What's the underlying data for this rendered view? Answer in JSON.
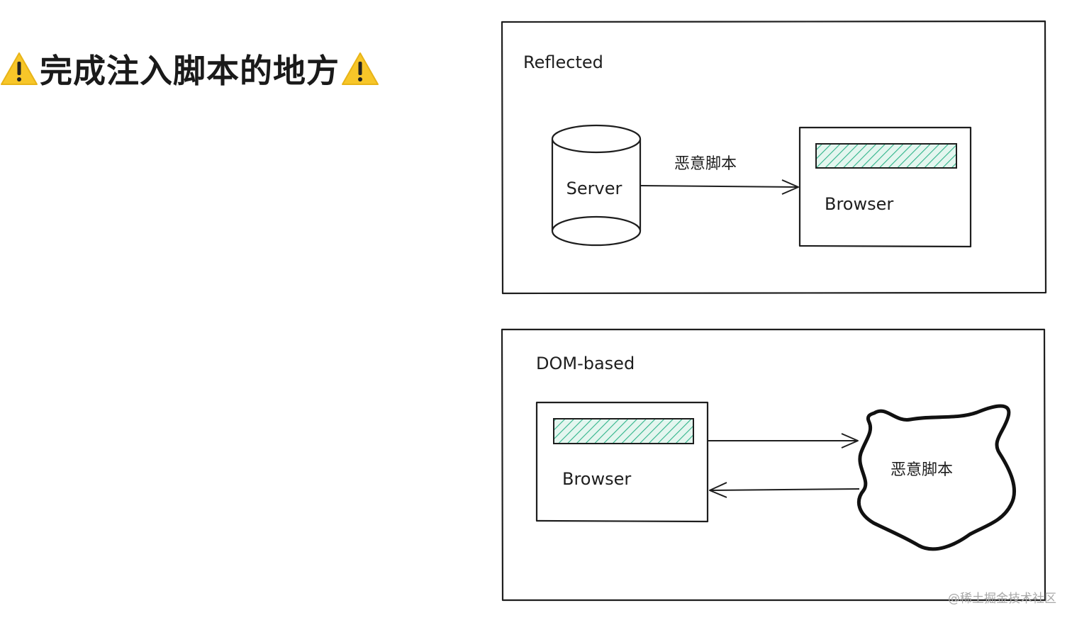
{
  "heading": {
    "text": "完成注入脚本的地方",
    "leading_icon": "warning-icon",
    "trailing_icon": "warning-icon",
    "icon_color": "#f7c629"
  },
  "reflected_panel": {
    "title": "Reflected",
    "server_label": "Server",
    "arrow_label": "恶意脚本",
    "browser_label": "Browser"
  },
  "dom_panel": {
    "title": "DOM-based",
    "browser_label": "Browser",
    "cloud_label": "恶意脚本"
  },
  "colors": {
    "stroke": "#1e1e1e",
    "hatch": "#2fb48a",
    "hatch_bg": "#e4f6ef"
  },
  "watermark": "@稀土掘金技术社区"
}
